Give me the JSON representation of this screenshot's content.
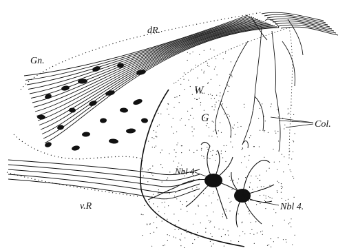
{
  "figure": {
    "labels": {
      "ganglion": "Gn.",
      "dorsal_root": "dR.",
      "white_matter": "W",
      "gray_matter": "G",
      "collaterals": "Col.",
      "neuroblast_upper": "Nbl 4",
      "neuroblast_lower": "Nbl 4.",
      "ventral_root": "v.R"
    },
    "colors": {
      "ink": "#111111",
      "paper": "#ffffff"
    }
  }
}
